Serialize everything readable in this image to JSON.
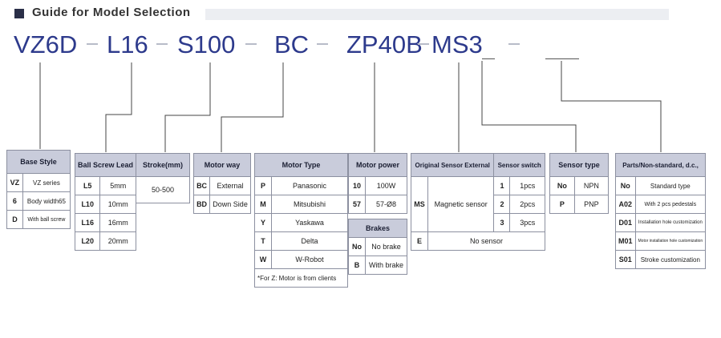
{
  "header": {
    "title": "Guide for Model Selection"
  },
  "code": {
    "base": "VZ6D",
    "lead": "L16",
    "stroke": "S100",
    "motor_way": "BC",
    "motor": "ZP40B",
    "sensor": "MS3"
  },
  "base_style": {
    "title": "Base Style",
    "rows": [
      [
        "VZ",
        "VZ series"
      ],
      [
        "6",
        "Body width65"
      ],
      [
        "D",
        "With ball screw"
      ]
    ]
  },
  "lead": {
    "title": "Ball Screw Lead",
    "rows": [
      [
        "L5",
        "5mm"
      ],
      [
        "L10",
        "10mm"
      ],
      [
        "L16",
        "16mm"
      ],
      [
        "L20",
        "20mm"
      ]
    ]
  },
  "stroke": {
    "title": "Stroke(mm)",
    "value": "50-500"
  },
  "motor_way": {
    "title": "Motor way",
    "rows": [
      [
        "BC",
        "External"
      ],
      [
        "BD",
        "Down Side"
      ]
    ]
  },
  "motor_type": {
    "title": "Motor Type",
    "rows": [
      [
        "P",
        "Panasonic"
      ],
      [
        "M",
        "Mitsubishi"
      ],
      [
        "Y",
        "Yaskawa"
      ],
      [
        "T",
        "Delta"
      ],
      [
        "W",
        "W-Robot"
      ]
    ],
    "note": "*For Z: Motor is from clients"
  },
  "motor_power": {
    "title": "Motor power",
    "rows": [
      [
        "10",
        "100W"
      ],
      [
        "57",
        "57-Ø8"
      ]
    ]
  },
  "brakes": {
    "title": "Brakes",
    "rows": [
      [
        "No",
        "No brake"
      ],
      [
        "B",
        "With brake"
      ]
    ]
  },
  "orig_sensor": {
    "title": "Original Sensor External",
    "ms_code": "MS",
    "ms_label": "Magnetic sensor",
    "e_code": "E",
    "e_label": "No sensor"
  },
  "sensor_switch": {
    "title": "Sensor switch",
    "rows": [
      [
        "1",
        "1pcs"
      ],
      [
        "2",
        "2pcs"
      ],
      [
        "3",
        "3pcs"
      ]
    ]
  },
  "sensor_type": {
    "title": "Sensor type",
    "rows": [
      [
        "No",
        "NPN"
      ],
      [
        "P",
        "PNP"
      ]
    ]
  },
  "parts": {
    "title": "Parts/Non-standard, d.c.,",
    "rows": [
      [
        "No",
        "Standard type"
      ],
      [
        "A02",
        "With 2 pcs pedestals"
      ],
      [
        "D01",
        "Installation hole customization"
      ],
      [
        "M01",
        "Motor installation hole customization"
      ],
      [
        "S01",
        "Stroke customization"
      ]
    ]
  },
  "colors": {
    "navy": "#2d3a8c",
    "header_bg": "#c9ccdb"
  }
}
